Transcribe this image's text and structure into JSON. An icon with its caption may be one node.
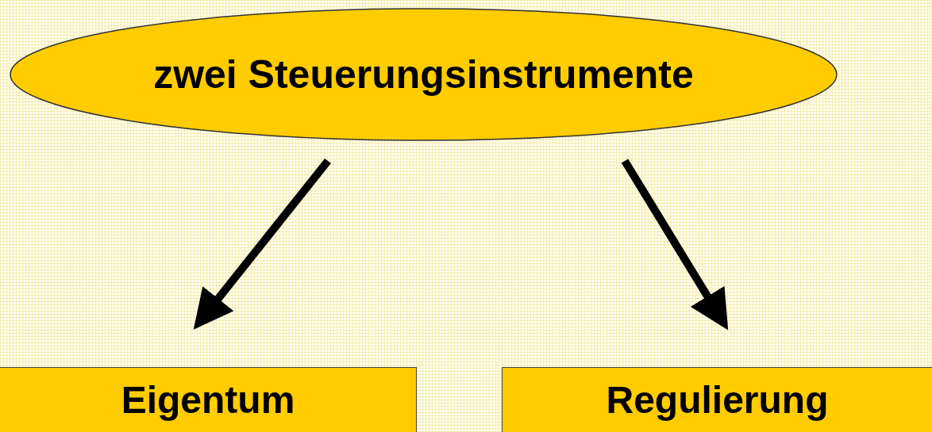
{
  "diagram": {
    "nodes": [
      {
        "text": [
          "zwei Steuerungsinstrumente"
        ]
      },
      {
        "text": [
          "Eigentum"
        ]
      },
      {
        "text": [
          "Regulierung"
        ]
      }
    ],
    "edges": [
      {
        "from": 0,
        "to": 1,
        "arrow": "to"
      },
      {
        "from": 0,
        "to": 2,
        "arrow": "to"
      }
    ]
  }
}
